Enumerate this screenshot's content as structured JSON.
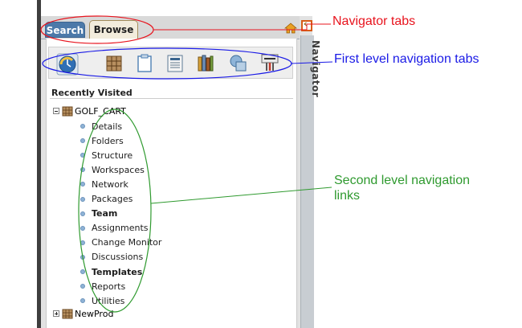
{
  "navigator": {
    "tabs": [
      {
        "label": "Search",
        "active": false
      },
      {
        "label": "Browse",
        "active": true
      }
    ],
    "side_title": "Navigator",
    "first_level_icons": [
      "recently-visited-clock-icon",
      "product-structure-icon",
      "clipboard-icon",
      "form-document-icon",
      "library-books-icon",
      "shapes-icon",
      "tools-icon"
    ],
    "recent": {
      "heading": "Recently Visited",
      "root": {
        "label": "GOLF_CART",
        "expanded": true
      },
      "links": [
        {
          "label": "Details",
          "bold": false
        },
        {
          "label": "Folders",
          "bold": false
        },
        {
          "label": "Structure",
          "bold": false
        },
        {
          "label": "Workspaces",
          "bold": false
        },
        {
          "label": "Network",
          "bold": false
        },
        {
          "label": "Packages",
          "bold": false
        },
        {
          "label": "Team",
          "bold": true
        },
        {
          "label": "Assignments",
          "bold": false
        },
        {
          "label": "Change Monitor",
          "bold": false
        },
        {
          "label": "Discussions",
          "bold": false
        },
        {
          "label": "Templates",
          "bold": true
        },
        {
          "label": "Reports",
          "bold": false
        },
        {
          "label": "Utilities",
          "bold": false
        }
      ],
      "second_root": {
        "label": "NewProd",
        "expanded": false
      }
    }
  },
  "annotations": {
    "tabs": "Navigator tabs",
    "first_level": "First level navigation tabs",
    "second_level_line1": "Second level navigation",
    "second_level_line2": "links"
  },
  "colors": {
    "red": "#e8141e",
    "blue": "#1a1ae6",
    "green": "#2f9a2f",
    "search_tab": "#4c79a9",
    "browse_tab": "#f2ecdc"
  }
}
